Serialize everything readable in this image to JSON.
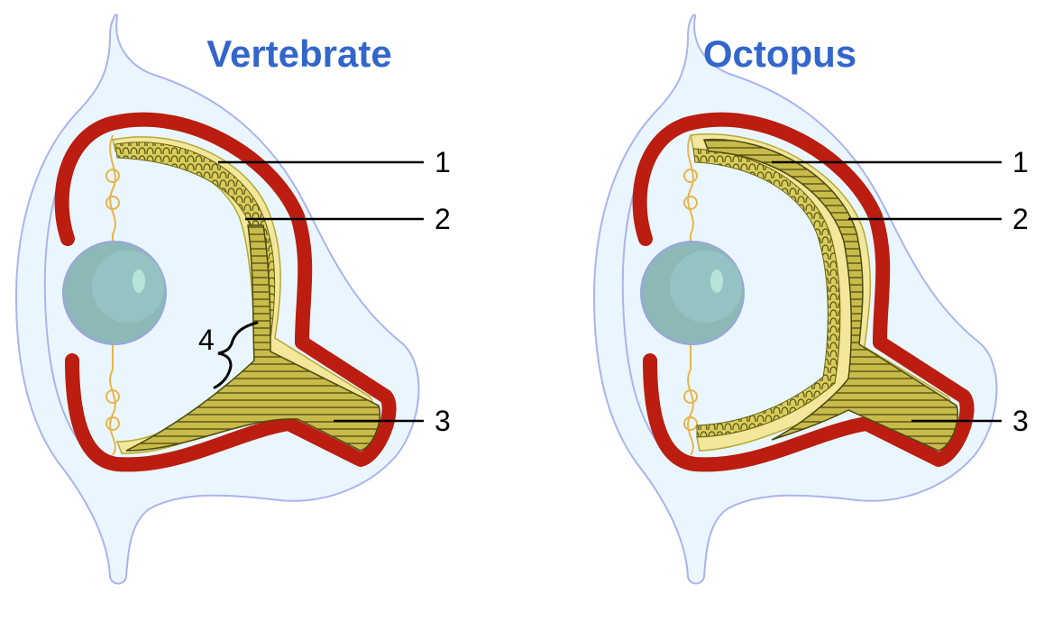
{
  "panels": [
    {
      "title": "Vertebrate",
      "labels": {
        "l1": "1",
        "l2": "2",
        "l3": "3",
        "l4": "4"
      }
    },
    {
      "title": "Octopus",
      "labels": {
        "l1": "1",
        "l2": "2",
        "l3": "3"
      }
    }
  ],
  "colors": {
    "title": "#3366cc",
    "tissue_fill": "#eaf6fd",
    "tissue_stroke": "#aab4ee",
    "choroid": "#bb1d10",
    "retina": "#b5a838",
    "retina_light": "#f2e79a",
    "ligament": "#e9b44a",
    "lens": "#8db8b8",
    "label_line": "#000000"
  }
}
